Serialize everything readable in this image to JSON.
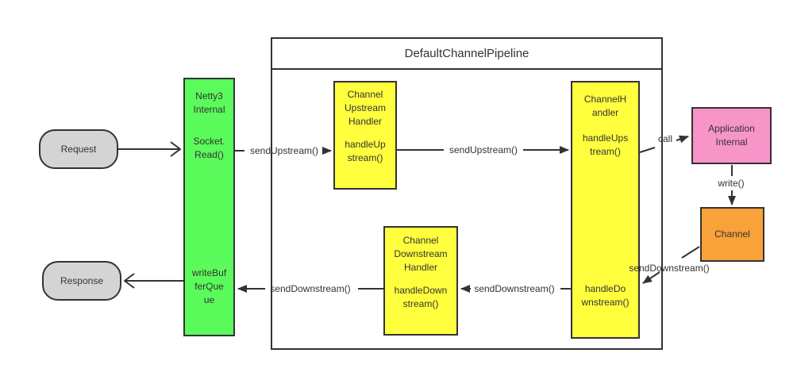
{
  "pipeline": {
    "title": "DefaultChannelPipeline"
  },
  "nodes": {
    "request": {
      "label": "Request"
    },
    "response": {
      "label": "Response"
    },
    "netty_internal": {
      "name": "Netty3\nInternal",
      "read_method": "Socket.\nRead()",
      "write_queue": "writeBuf\nferQue\nue"
    },
    "channel_upstream_handler": {
      "name": "Channel\nUpstream\nHandler",
      "method": "handleUp\nstream()"
    },
    "channel_handler": {
      "name": "ChannelH\nandler",
      "upstream_method": "handleUps\ntream()",
      "downstream_method": "handleDo\nwnstream()"
    },
    "channel_downstream_handler": {
      "name": "Channel\nDownstream\nHandler",
      "method": "handleDown\nstream()"
    },
    "application_internal": {
      "label": "Application\nInternal"
    },
    "channel": {
      "label": "Channel"
    }
  },
  "edge_labels": {
    "send_upstream_1": "sendUpstream()",
    "send_upstream_2": "sendUpstream()",
    "call": "call",
    "write": "write()",
    "send_downstream_channel": "sendDownstream()",
    "send_downstream_mid": "sendDownstream()",
    "send_downstream_left": "sendDownstream()"
  },
  "colors": {
    "green": "#5BFB5B",
    "yellow": "#FFFF3E",
    "pink": "#F794C8",
    "orange": "#F8A239",
    "gray": "#D4D4D4",
    "line": "#333333"
  }
}
